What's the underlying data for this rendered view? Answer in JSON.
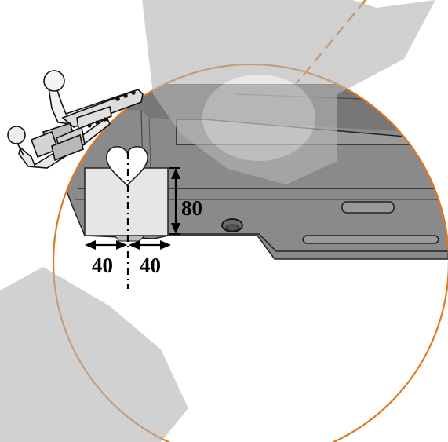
{
  "diagram": {
    "dimensions": {
      "height": "80",
      "left_offset": "40",
      "right_offset": "40"
    },
    "colors": {
      "circle_outline": "#e07820",
      "bumper_fill": "#8a8a8a",
      "bumper_dark": "#707070",
      "bracket_fill": "#e6e6e6",
      "watermark": "#c7c7c7",
      "line": "#000000"
    },
    "icons": [
      "heart-icon",
      "tow-bar-ball-icon",
      "tow-bar-detachable-icon"
    ]
  }
}
